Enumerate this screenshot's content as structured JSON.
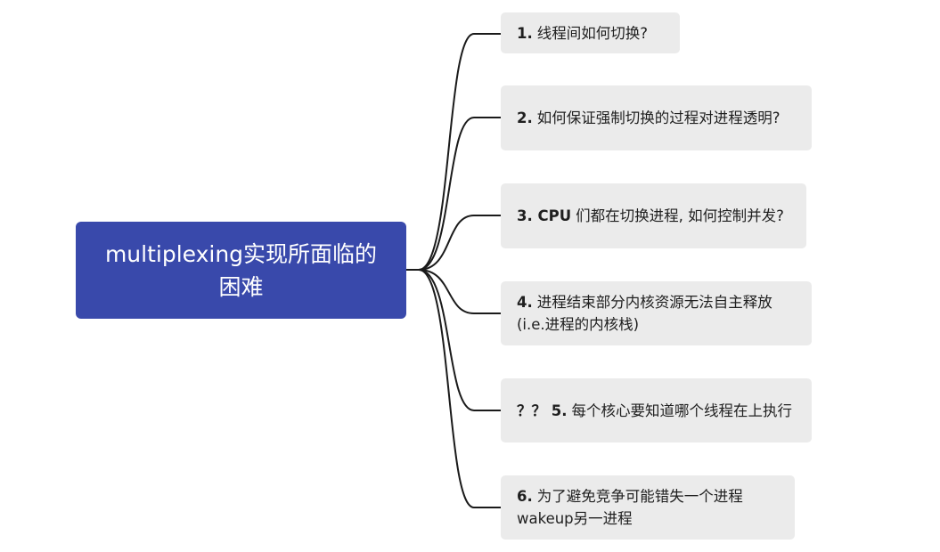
{
  "root": {
    "title": "multiplexing实现所面临的困难"
  },
  "branches": [
    {
      "prefix": "1.",
      "text": "线程间如何切换?"
    },
    {
      "prefix": "2.",
      "text": "如何保证强制切换的过程对进程透明?"
    },
    {
      "prefix": "3. CPU",
      "text": "们都在切换进程, 如何控制并发?"
    },
    {
      "prefix": "4.",
      "text": "进程结束部分内核资源无法自主释放(i.e.进程的内核栈)"
    },
    {
      "prefix": "？？ 5.",
      "text": "每个核心要知道哪个线程在上执行"
    },
    {
      "prefix": "6.",
      "text": "为了避免竞争可能错失一个进程wakeup另一进程"
    }
  ],
  "colors": {
    "root_fill": "#3949ab",
    "root_text": "#ffffff",
    "branch_fill": "#ebebeb",
    "branch_text": "#1f1f1f",
    "connector": "#1a1a1a"
  }
}
